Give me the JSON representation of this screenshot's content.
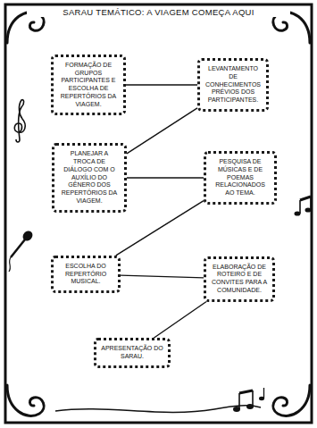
{
  "diagram": {
    "title": "SARAU TEMÁTICO: A VIAGEM COMEÇA AQUI",
    "nodes": [
      {
        "text": [
          "FORMAÇÃO DE GRUPOS PARTICIPANTES E ESCOLHA DE REPERTÓRIOS DA VIAGEM."
        ]
      },
      {
        "text": [
          "LEVANTAMENTO DE CONHECIMENTOS PRÉVIOS DOS PARTICIPANTES."
        ]
      },
      {
        "text": [
          "PLANEJAR A TROCA DE DIÁLOGO COM O AUXÍLIO DO GÊNERO DOS REPERTÓRIOS DA VIAGEM."
        ]
      },
      {
        "text": [
          "PESQUISA DE MÚSICAS E DE POEMAS RELACIONADOS AO TEMA."
        ]
      },
      {
        "text": [
          "ESCOLHA DO REPERTÓRIO MUSICAL."
        ]
      },
      {
        "text": [
          "ELABORAÇÃO DE ROTEIRO E DE CONVITES PARA A COMUNIDADE."
        ]
      },
      {
        "text": [
          "APRESENTAÇÃO DO SARAU."
        ]
      }
    ],
    "edges": [
      {
        "from": 0,
        "to": 1,
        "arrow": "none"
      },
      {
        "from": 1,
        "to": 2,
        "arrow": "none"
      },
      {
        "from": 2,
        "to": 3,
        "arrow": "none"
      },
      {
        "from": 3,
        "to": 4,
        "arrow": "none"
      },
      {
        "from": 4,
        "to": 5,
        "arrow": "none"
      },
      {
        "from": 5,
        "to": 6,
        "arrow": "none"
      }
    ]
  }
}
